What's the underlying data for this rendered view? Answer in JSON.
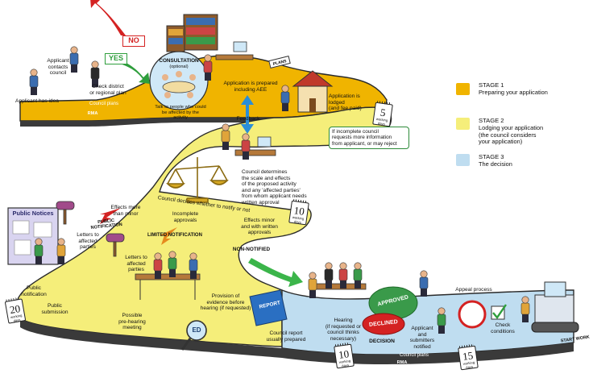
{
  "colors": {
    "stage1": "#F0B400",
    "stage2": "#F5EE7A",
    "stage3": "#BFDDF0",
    "road_edge": "#2b2b2b",
    "box_border": "#2E8B3A",
    "yes_green": "#2E9E3C",
    "no_red": "#D42222"
  },
  "legend": [
    {
      "title": "STAGE 1",
      "text": "Preparing your application",
      "color": "#F0B400"
    },
    {
      "title": "STAGE 2",
      "text": "Lodging your application\n(the council considers\nyour application)",
      "color": "#F5EE7A"
    },
    {
      "title": "STAGE 3",
      "text": "The decision",
      "color": "#BFDDF0"
    }
  ],
  "signs": {
    "yes": "YES",
    "no": "NO",
    "public_notices": "Public Notices",
    "report": "REPORT",
    "approved": "APPROVED",
    "declined": "DECLINED",
    "ed": "ED",
    "plans": "PLANS"
  },
  "road_labels": {
    "council_plans_top": "Council plans",
    "rma_top": "RMA",
    "council_plans_bottom": "Council plans",
    "rma_bottom": "RMA",
    "start_work": "START WORK"
  },
  "labels": {
    "applicant_has_idea": "Applicant has idea",
    "applicant_contacts": "Applicant\ncontacts\ncouncil",
    "check_district": "Check district\nor regional plan",
    "consultation": "CONSULTATION",
    "consultation_optional": "(optional)",
    "talk_to_people": "Talk to people who could\nbe affected by the\nactivity",
    "application_prepared": "Application is prepared\nincluding AEE",
    "feedback": "Feedback",
    "application_lodged": "Application is\nlodged\n(and fee paid)",
    "incomplete_box": "If incomplete council\nrequests more information\nfrom applicant, or may reject",
    "council_determines": "Council determines\nthe scale and effects\nof the proposed activity\nand any 'affected parties'\nfrom whom applicant needs\nwritten approval",
    "council_decides": "Council decides whether to notify or not",
    "effects_more": "Effects more\nthan minor",
    "incomplete_approvals": "Incomplete\napprovals",
    "effects_minor": "Effects minor\nand with written\napprovals",
    "public_notification_sign": "PUBLIC\nNOTIFICATION",
    "limited_notification": "LIMITED NOTIFICATION",
    "non_notified": "NON-NOTIFIED",
    "letters_1": "Letters to\naffected\nparties",
    "letters_2": "Letters to\naffected\nparties",
    "public_notification": "Public\nnotification",
    "public_submission": "Public\nsubmission",
    "possible_prehearing": "Possible\npre-hearing\nmeeting",
    "provision_evidence": "Provision of\nevidence before\nhearing (if requested)",
    "council_report": "Council report\nusually prepared",
    "hearing": "Hearing\n(if requested or\ncouncil thinks\nnecessary)",
    "decision": "DECISION",
    "applicant_submitters": "Applicant\nand\nsubmitters\nnotified",
    "appeal_process": "Appeal process",
    "check_conditions": "Check\nconditions"
  },
  "calendars": [
    {
      "number": "5",
      "sub": "working days"
    },
    {
      "number": "10",
      "sub": "working days"
    },
    {
      "number": "20",
      "sub": "working days"
    },
    {
      "number": "10",
      "sub": "working days"
    },
    {
      "number": "15",
      "sub": "working days"
    }
  ]
}
